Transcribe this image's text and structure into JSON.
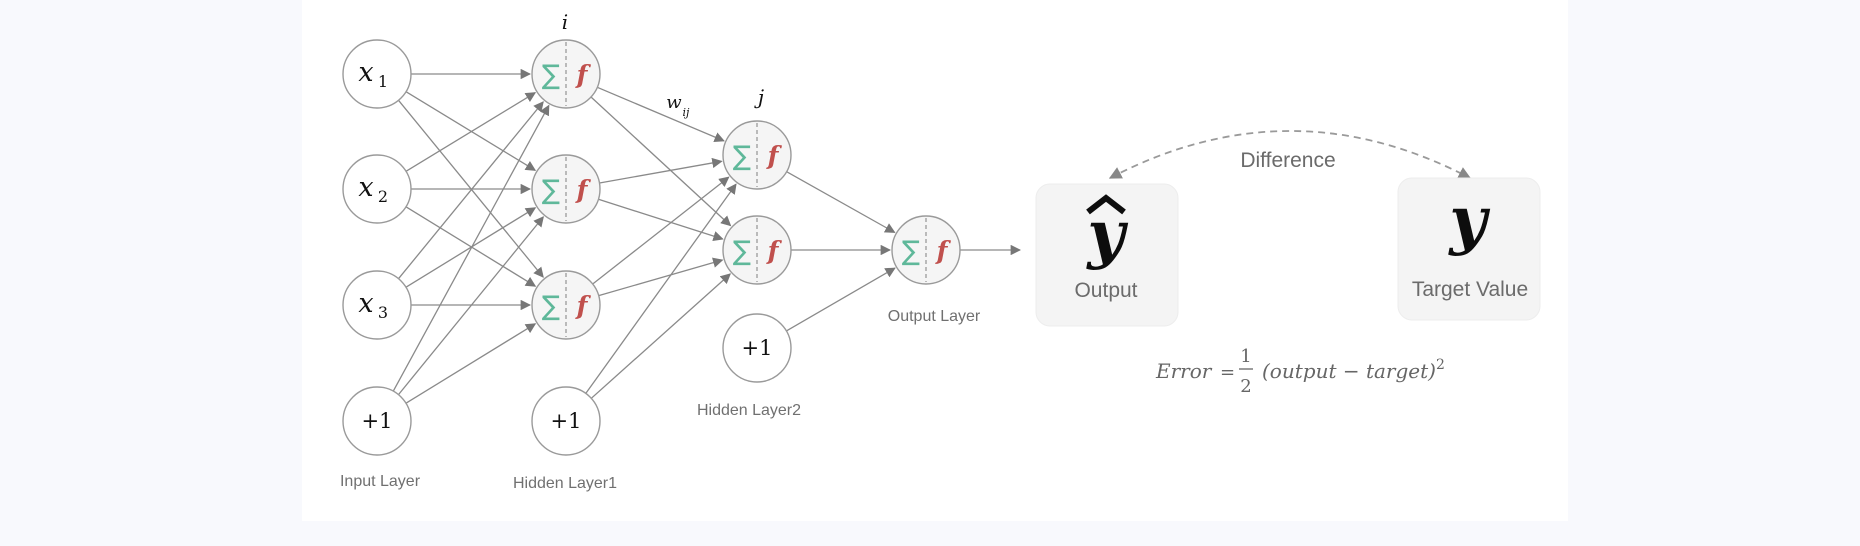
{
  "diagram": {
    "layers": {
      "input": {
        "label": "Input Layer",
        "inputs": [
          "x",
          "x",
          "x"
        ],
        "subscripts": [
          "1",
          "2",
          "3"
        ],
        "bias": "+1"
      },
      "hidden1": {
        "label": "Hidden Layer1",
        "index": "i",
        "bias": "+1"
      },
      "hidden2": {
        "label": "Hidden Layer2",
        "index": "j",
        "bias": "+1"
      },
      "output": {
        "label": "Output Layer"
      }
    },
    "neuron_symbols": {
      "sum": "∑",
      "activation": "f"
    },
    "weight": {
      "symbol": "w",
      "subscript": "ij"
    },
    "output_box": {
      "symbol": "y",
      "hat": "^",
      "label": "Output"
    },
    "target_box": {
      "symbol": "y",
      "label": "Target Value"
    },
    "difference_label": "Difference",
    "error": {
      "lhs": "Error",
      "equals": "=",
      "numerator": "1",
      "denominator": "2",
      "body": "(output − target)",
      "exponent": "2"
    },
    "colors": {
      "sum": "#5fb89a",
      "activation": "#c0504d",
      "edge": "#8a8a8a"
    }
  }
}
